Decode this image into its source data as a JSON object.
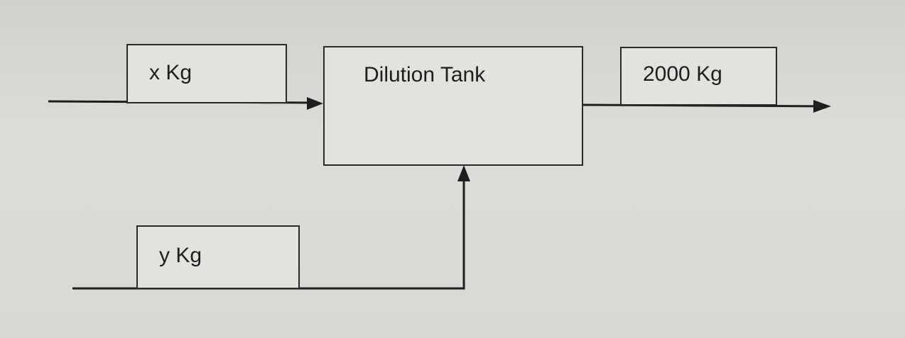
{
  "diagram": {
    "title": "Dilution Tank",
    "input_x": "x Kg",
    "input_y": "y Kg",
    "output": "2000 Kg"
  }
}
